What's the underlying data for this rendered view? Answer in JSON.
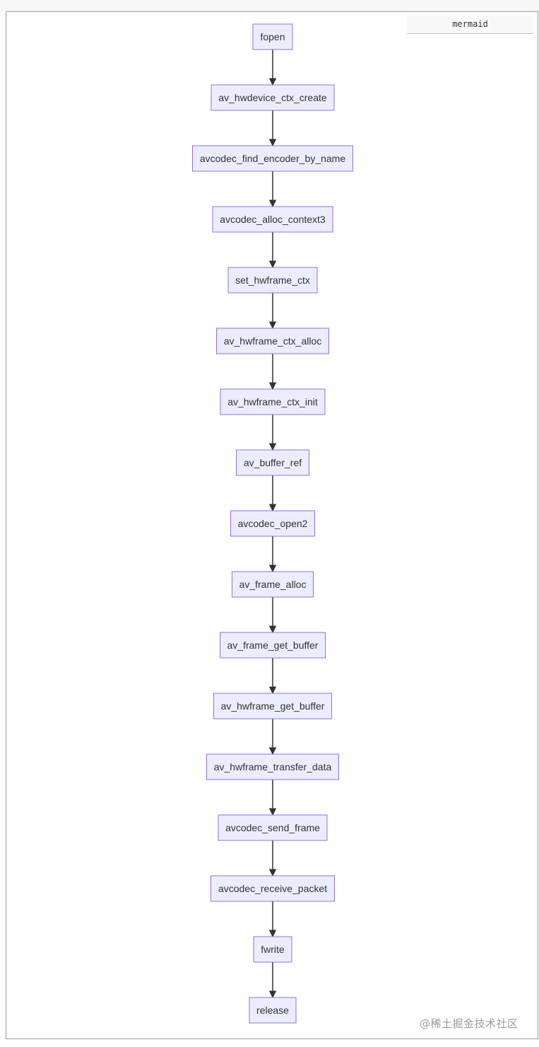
{
  "code_block": {
    "language_label": "mermaid"
  },
  "diagram": {
    "type": "flowchart",
    "direction": "TD",
    "node_fill": "#ececff",
    "node_stroke": "#9370db",
    "edge_color": "#333333",
    "nodes": [
      "fopen",
      "av_hwdevice_ctx_create",
      "avcodec_find_encoder_by_name",
      "avcodec_alloc_context3",
      "set_hwframe_ctx",
      "av_hwframe_ctx_alloc",
      "av_hwframe_ctx_init",
      "av_buffer_ref",
      "avcodec_open2",
      "av_frame_alloc",
      "av_frame_get_buffer",
      "av_hwframe_get_buffer",
      "av_hwframe_transfer_data",
      "avcodec_send_frame",
      "avcodec_receive_packet",
      "fwrite",
      "release"
    ]
  },
  "watermark": {
    "text": "@稀土掘金技术社区"
  }
}
